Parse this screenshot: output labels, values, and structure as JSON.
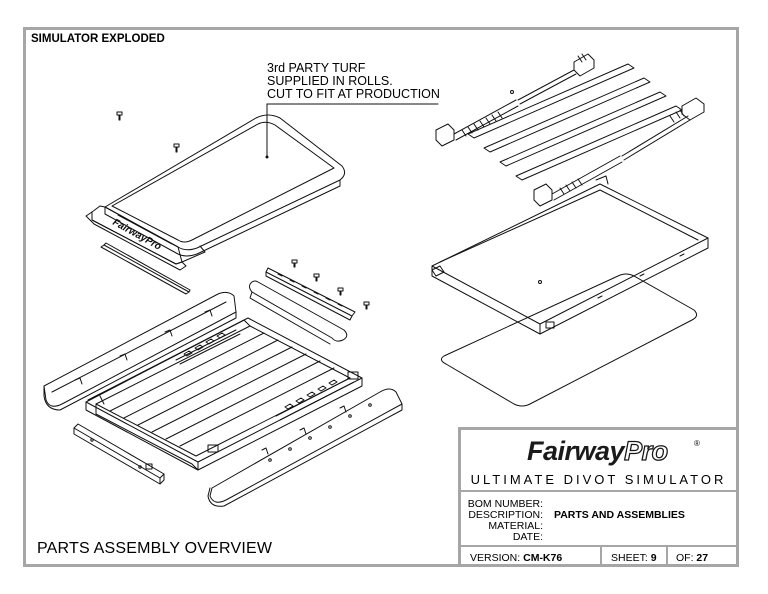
{
  "sheet": {
    "title": "SIMULATOR EXPLODED",
    "overview": "PARTS ASSEMBLY OVERVIEW",
    "callout": [
      "3rd PARTY TURF",
      "SUPPLIED IN ROLLS.",
      "CUT TO FIT AT PRODUCTION"
    ]
  },
  "drawing": {
    "turf_logo": "FairwayPro"
  },
  "titleblock": {
    "brand_main": "Fairway",
    "brand_pro": "Pro",
    "registered": "®",
    "subtitle": "ULTIMATE DIVOT SIMULATOR",
    "fields": [
      {
        "label": "BOM NUMBER:",
        "value": ""
      },
      {
        "label": "DESCRIPTION:",
        "value": "PARTS AND ASSEMBLIES"
      },
      {
        "label": "MATERIAL:",
        "value": ""
      },
      {
        "label": "DATE:",
        "value": ""
      }
    ],
    "version_label": "VERSION:",
    "version_value": "CM-K76",
    "sheet_label": "SHEET:",
    "sheet_value": "9",
    "of_label": "OF:",
    "of_value": "27"
  }
}
